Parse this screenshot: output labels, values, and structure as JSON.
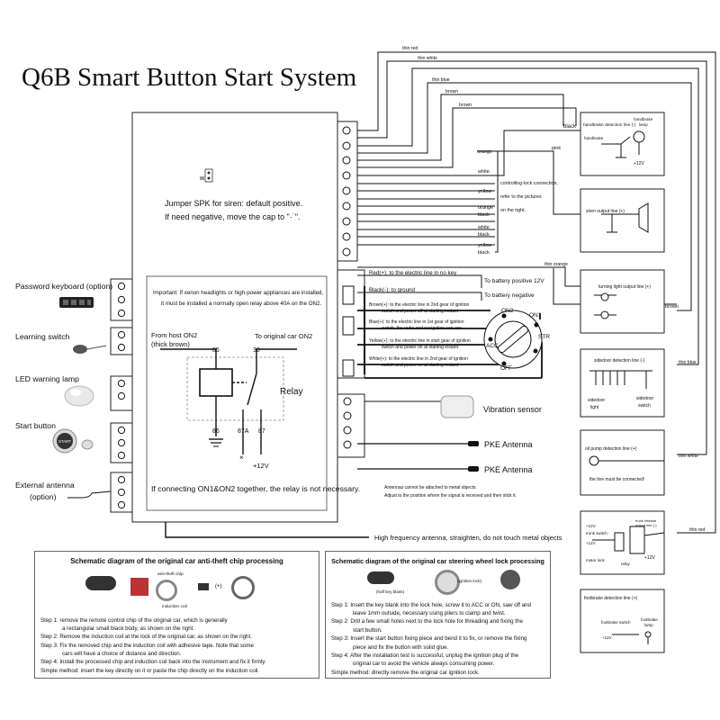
{
  "title": "Q6B Smart Button Start System",
  "jumper": {
    "line1": "Jumper SPK for siren: default positive.",
    "line2": "If need negative, move the cap to \"·˙\"."
  },
  "important": {
    "line1": "Important: If xenon headlights or high-power appliances are installed,",
    "line2": "it must be installed a normally open relay above 40A on the ON2."
  },
  "relay": {
    "from_host": "From host ON2",
    "thick_brown": "(thick brown)",
    "to_car": "To original car ON2",
    "label": "Relay",
    "pin85": "85",
    "pin30": "30",
    "pin86": "86",
    "pin87a": "87A",
    "pin87": "87",
    "plus12": "+12V",
    "x": "×"
  },
  "connect_note": "If connecting ON1&ON2 together, the relay is not necessary.",
  "left_devices": [
    {
      "label": "Password keyboard (option)"
    },
    {
      "label": "Learning switch"
    },
    {
      "label": "LED warning lamp"
    },
    {
      "label": "Start button",
      "button_text": "START"
    },
    {
      "label": "External antenna",
      "label2": "(option)"
    }
  ],
  "top_wires": {
    "thin_red": "thin red",
    "thin_white": "thin white",
    "thin_blue": "thin blue",
    "brown1": "brown",
    "brown2": "brown"
  },
  "lock_wires": {
    "orange": "orange",
    "white": "white",
    "yellow": "yellow",
    "orange_black1": "orange",
    "orange_black2": "black",
    "white_black1": "white",
    "white_black2": "black",
    "yellow_black1": "yellow",
    "yellow_black2": "black",
    "note1": "controlling-lock connection,",
    "note2": "refer to the pictures",
    "note3": "on the right."
  },
  "side_wires": {
    "black": "black",
    "pink": "pink",
    "thin_orange": "thin orange",
    "brown": "brown",
    "thin_blue": "thin blue",
    "thin_white": "thin white",
    "thin_red": "thin red"
  },
  "ignition": {
    "red1": "Red(+): to the electric line in no key",
    "red2": "To battery positive 12V",
    "black1": "Black(-): to ground",
    "black2": "To battery negative",
    "brown1": "Brown(+): to the electric line in 2nd gear of ignition",
    "brown2": "switch and power off at starting instant",
    "blue1": "Blue(+): to the electric line in 1st gear of ignition",
    "blue2": "switch, the radio and navigation can use",
    "yellow1": "Yellow(+): to the electric line in start gear of ignition",
    "yellow2": "switch and power on at starting instant",
    "white1": "White(+): to the electric line in 2nd gear of ignition",
    "white2": "switch and power on at starting instant",
    "on2": "ON2",
    "on1": "ON1",
    "acc": "ACC",
    "str": "STR",
    "off": "OFF"
  },
  "vibration": "Vibration sensor",
  "pke1": "PKE Antenna",
  "pke2": "PKE Antenna",
  "antenna_note1": "Antennas cannot be attached to metal objects.",
  "antenna_note2": "Adjust to the position where the signal is received and then stick it.",
  "hf_antenna": "High frequency antenna, straighten, do not touch metal objects",
  "right_boxes": {
    "handbrake_line": "handbrake detection line (-)",
    "handbrake_lamp1": "handbrake",
    "handbrake_lamp2": "lamp",
    "handbrake": "handbrake",
    "handbrake_12v": "+12V",
    "siren": "siren output line (+)",
    "turning": "turning light output line (+)",
    "sidedoor_line": "sidedoor detection line (-)",
    "sidedoor_light1": "sidedoor",
    "sidedoor_light2": "light",
    "sidedoor_switch1": "sidedoor",
    "sidedoor_switch2": "switch",
    "oilpump_line": "oil pump detection line (+)",
    "oilpump_note": "the line must be connected!",
    "trunk_plus12": "+12V",
    "trunk_switch": "trunk switch",
    "trunk_plus12b": "+12V",
    "trunk_release1": "trunk release",
    "trunk_release2": "output line (-)",
    "motor_lock": "motor lock",
    "relay": "relay",
    "trunk_plus12c": "+12V",
    "footbrake_line": "footbrake detection line (+)",
    "footbrake_switch": "footbrake switch",
    "footbrake_lamp1": "footbrake",
    "footbrake_lamp2": "lamp",
    "footbrake_12v": "+12V"
  },
  "panel_left": {
    "title": "Schematic diagram of the original car anti-theft chip processing",
    "chip_label": "anti-theft chip",
    "coil_label": "induction coil",
    "plus": "(+)",
    "steps": [
      "Step 1: remove the remote control chip of the original car, which is generally",
      "a rectangular small black body, as shown on the right.",
      "Step 2: Remove the induction coil at the lock of the original car, as shown on the right.",
      "Step 3: Fix the removed chip and the induction coil with adhesive tape. Note that some",
      "cars will have a choice of distance and direction.",
      "Step 4: Install the processed chip and induction coil back into the instrument and fix it firmly.",
      "Simple method: insert the key directly on it or paste the chip directly on the induction coil."
    ]
  },
  "panel_right": {
    "title": "Schematic diagram of the original car steering wheel lock processing",
    "key_blank": "(half key blank)",
    "ign_lock": "(ignition lock)",
    "steps": [
      "Step 1: Insert the key blank into the lock hole, screw it to ACC or ON, saw off and",
      "leave 1mm outside, necessary using pliers to clamp and twist.",
      "Step 2: Drill a few small holes next to the lock hole for threading and fixing the",
      "start button.",
      "Step 3: Insert the start button fixing piece and bend it to fix, or remove the fixing",
      "piece and fix the button with solid glue.",
      "Step 4: After the installation test is successful, unplug the ignition plug of the",
      "original car to avoid the vehicle always consuming power.",
      "Simple method: directly remove the original car ignition lock."
    ]
  }
}
